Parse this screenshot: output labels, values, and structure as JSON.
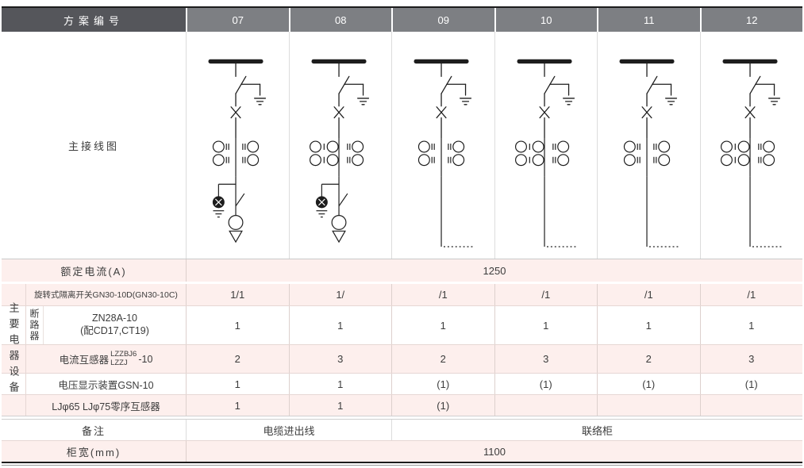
{
  "header": {
    "label": "方案编号",
    "schemes": [
      "07",
      "08",
      "09",
      "10",
      "11",
      "12"
    ]
  },
  "diagram": {
    "label": "主接线图"
  },
  "rated_current": {
    "label": "额定电流(A)",
    "value": "1250"
  },
  "equipment": {
    "group_label": "主要电器设备",
    "rows": [
      {
        "label": "旋转式隔离开关GN30-10D(GN30-10C)",
        "values": [
          "1/1",
          "1/",
          "/1",
          "/1",
          "/1",
          "/1"
        ]
      },
      {
        "group": "断路器",
        "line1": "ZN28A-10",
        "line2": "(配CD17,CT19)",
        "values": [
          "1",
          "1",
          "1",
          "1",
          "1",
          "1"
        ]
      },
      {
        "prefix": "电流互感器",
        "frac_top": "LZZBJ6",
        "frac_bottom": "LZZJ",
        "suffix": "-10",
        "values": [
          "2",
          "3",
          "2",
          "3",
          "2",
          "3"
        ]
      },
      {
        "label": "电压显示装置GSN-10",
        "values": [
          "1",
          "1",
          "(1)",
          "(1)",
          "(1)",
          "(1)"
        ]
      },
      {
        "label": "LJφ65 LJφ75零序互感器",
        "values": [
          "1",
          "1",
          "(1)",
          "",
          "",
          ""
        ]
      }
    ]
  },
  "remarks": {
    "label": "备注",
    "cable": "电缆进出线",
    "contact": "联络柜"
  },
  "cabinet_width": {
    "label": "柜宽(mm)",
    "value": "1100"
  }
}
